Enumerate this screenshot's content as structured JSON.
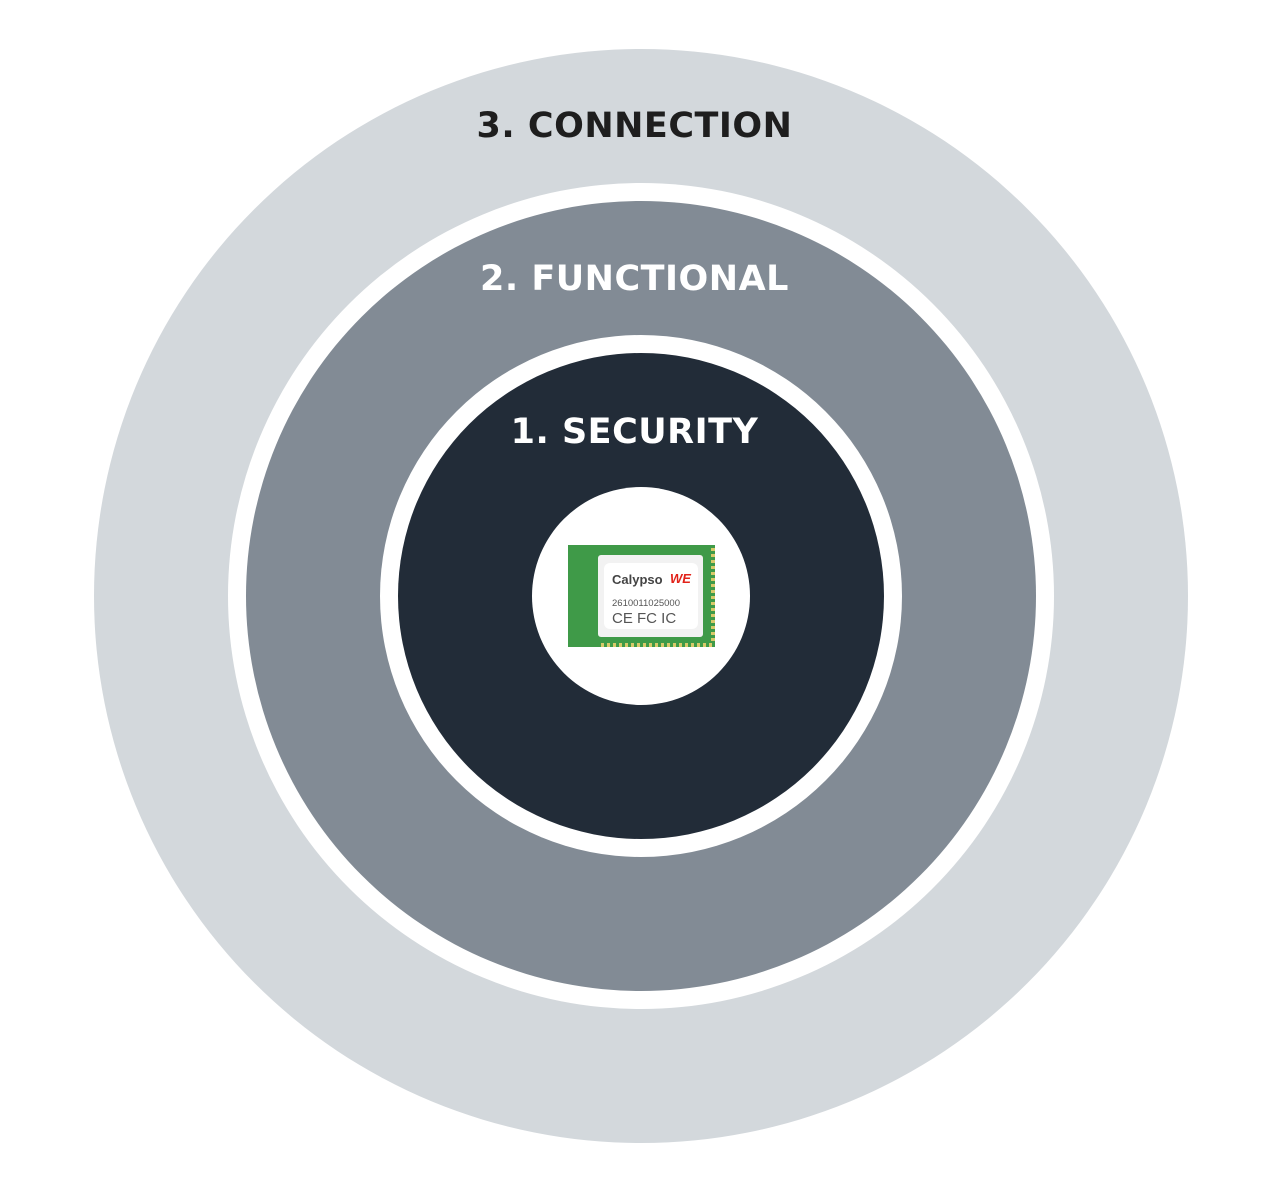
{
  "layers": [
    {
      "label": "3. CONNECTION",
      "color": "#d3d8dc",
      "text_color": "#1e1e1e"
    },
    {
      "label": "2. FUNCTIONAL",
      "color": "#828b95",
      "text_color": "#ffffff"
    },
    {
      "label": "1. SECURITY",
      "color": "#222c38",
      "text_color": "#ffffff"
    }
  ],
  "module": {
    "name": "Calypso",
    "brand": "WE",
    "part_number": "2610011025000",
    "certifications": "CE FC IC"
  }
}
